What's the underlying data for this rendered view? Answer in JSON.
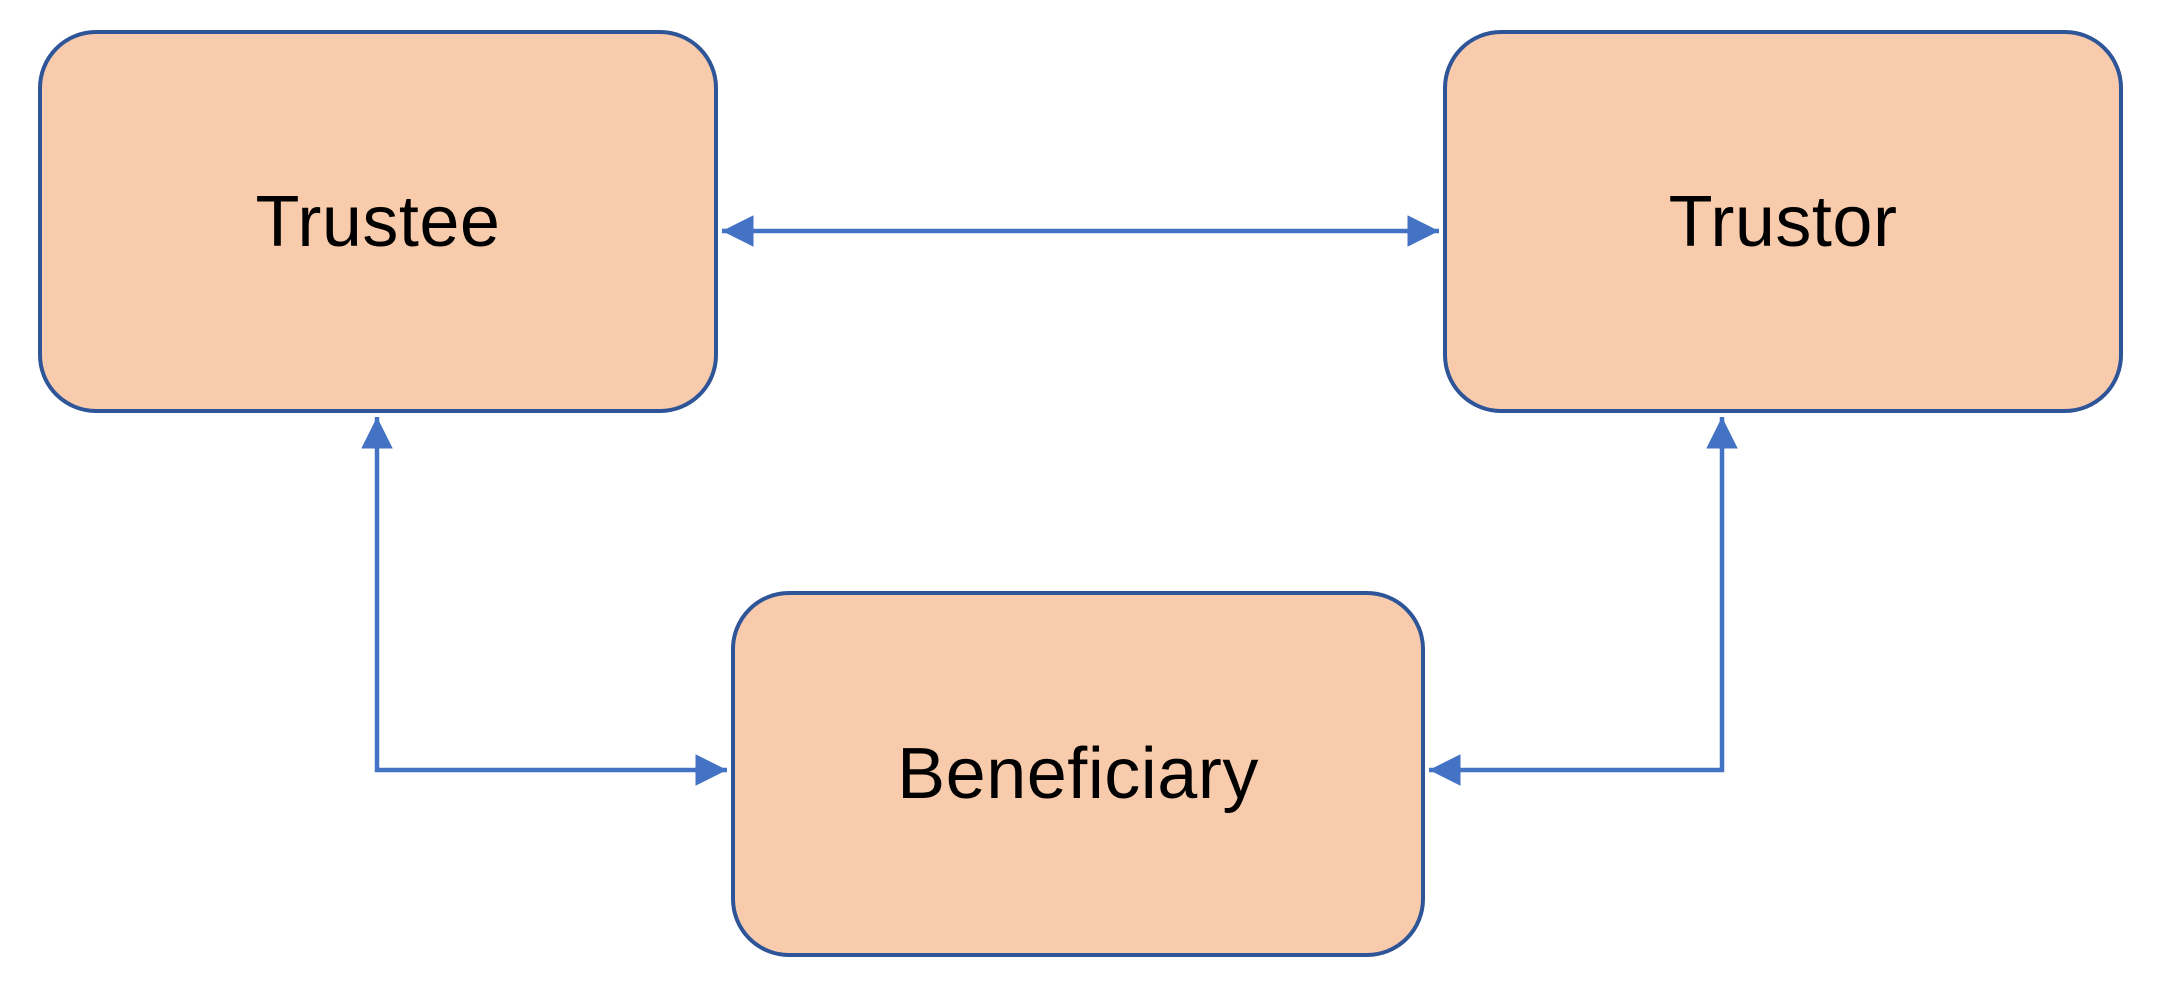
{
  "diagram": {
    "colors": {
      "background": "#FFFFFF",
      "node_fill": "#F8CBAD",
      "node_border": "#2E5597",
      "arrow": "#4472C4",
      "label": "#000000"
    },
    "nodes": [
      {
        "id": "trustee",
        "label": "Trustee"
      },
      {
        "id": "trustor",
        "label": "Trustor"
      },
      {
        "id": "beneficiary",
        "label": "Beneficiary"
      }
    ],
    "edges": [
      {
        "id": "trustee-trustor",
        "between": [
          "Trustee",
          "Trustor"
        ],
        "shape": "straight-horizontal",
        "arrows": "both-ends"
      },
      {
        "id": "trustee-beneficiary",
        "between": [
          "Trustee",
          "Beneficiary"
        ],
        "shape": "elbow",
        "arrows": "both-ends"
      },
      {
        "id": "trustor-beneficiary",
        "between": [
          "Trustor",
          "Beneficiary"
        ],
        "shape": "elbow",
        "arrows": "both-ends"
      }
    ]
  }
}
